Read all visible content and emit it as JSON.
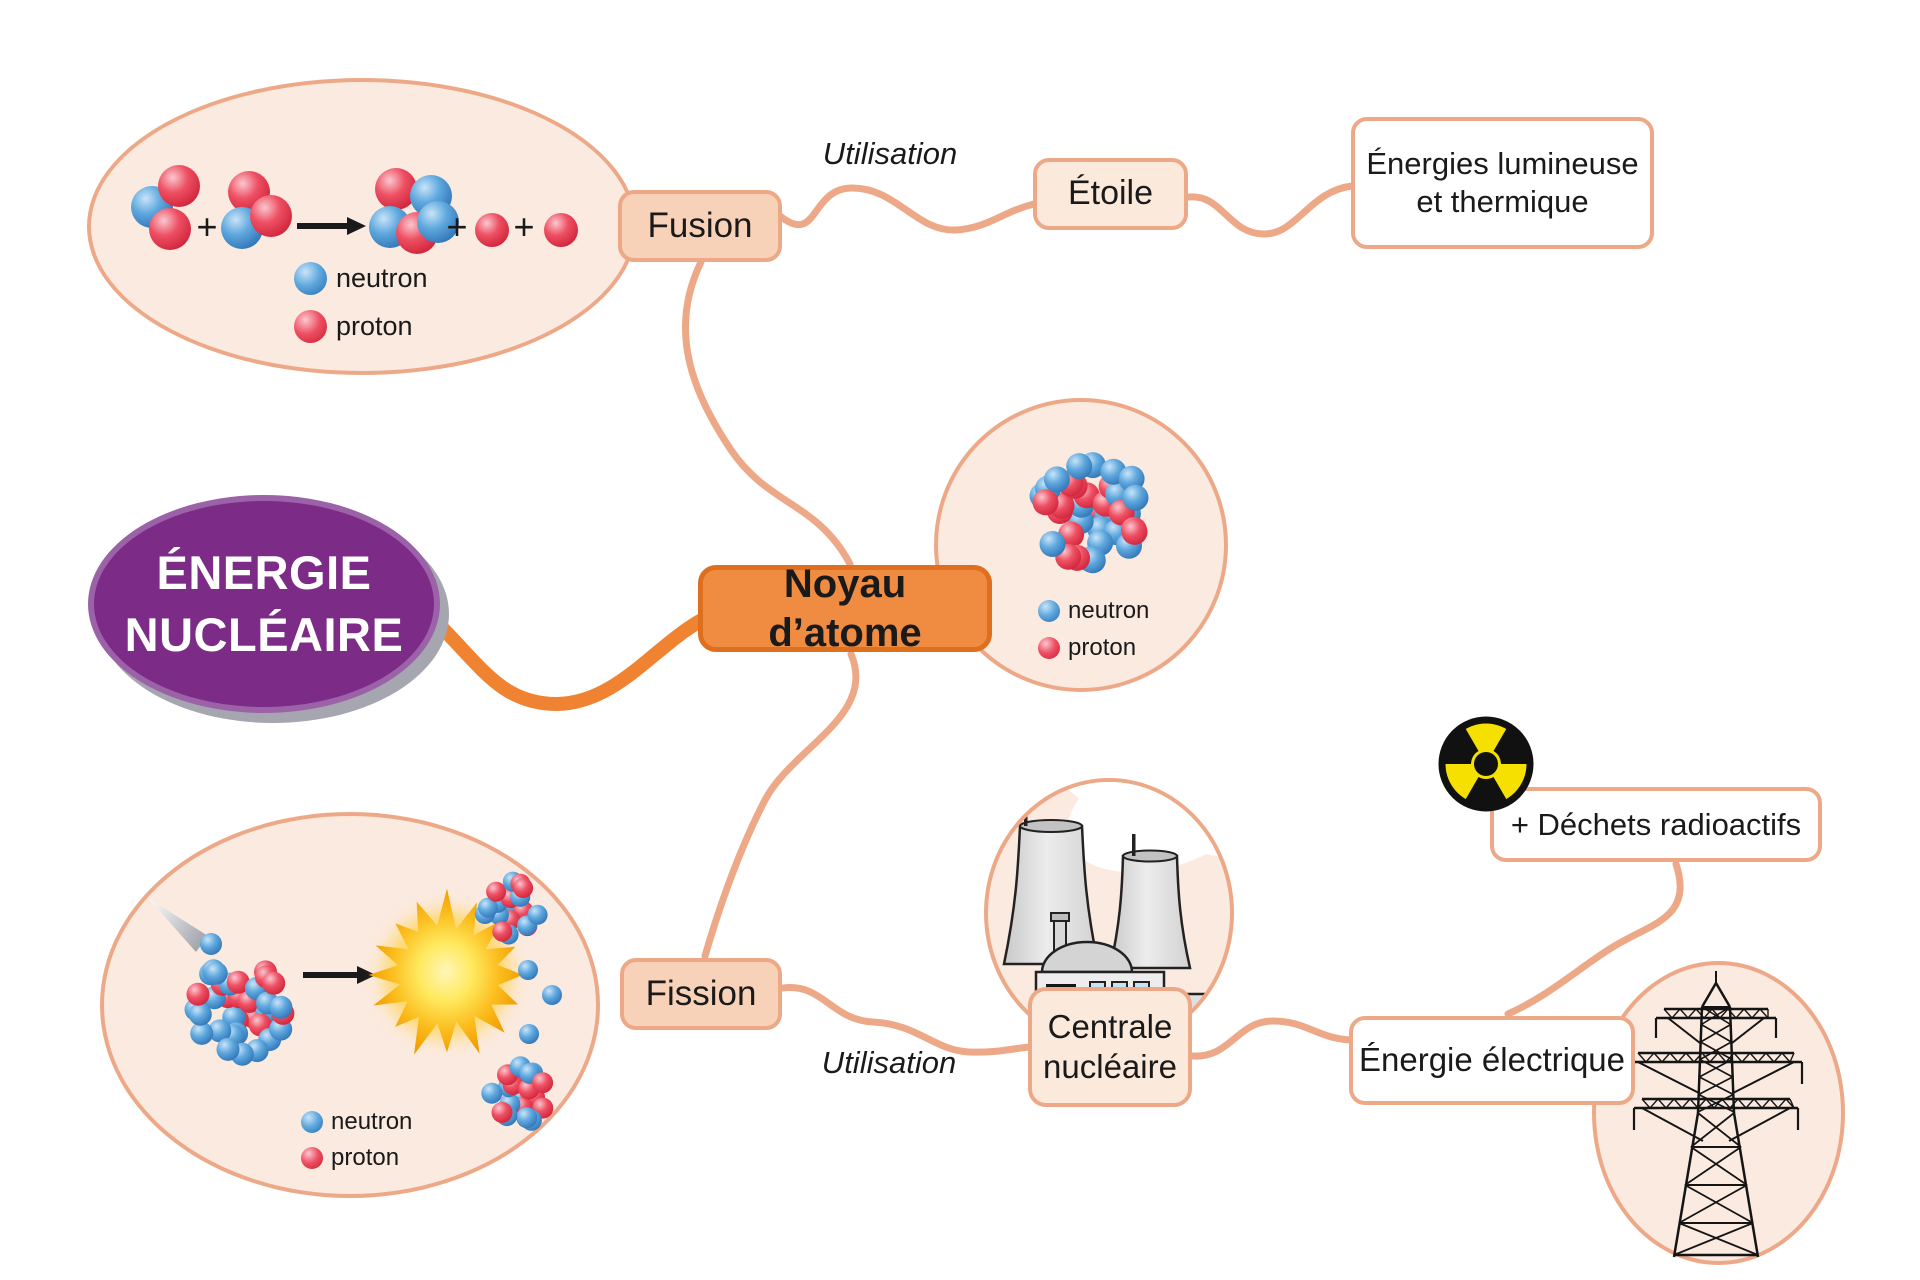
{
  "colors": {
    "salmon": "#EDA987",
    "peach": "#FBEAE0",
    "deep_box": "#F8D2B8",
    "pale_box": "#FBE9DC",
    "orange": "#EF8332",
    "noyau_fill": "#EF8C42",
    "noyau_border": "#DD6F1F",
    "purple": "#7C2C87",
    "purple_border": "#9B62A8",
    "neutron_blue": "#4D96D6",
    "proton_red": "#E93A52",
    "radioactive_yellow": "#F5E000",
    "ink": "#1A1A1A"
  },
  "root": {
    "line1": "ÉNERGIE",
    "line2": "NUCLÉAIRE"
  },
  "nodes": {
    "noyau": "Noyau d’atome",
    "fusion": "Fusion",
    "fission": "Fission",
    "etoile": "Étoile",
    "energies": {
      "line1": "Énergies lumineuse",
      "line2": "et thermique"
    },
    "centrale": {
      "line1": "Centrale",
      "line2": "nucléaire"
    },
    "electrique": "Énergie électrique",
    "dechets": "+ Déchets radioactifs"
  },
  "edge_labels": {
    "fusion_use": "Utilisation",
    "fission_use": "Utilisation"
  },
  "legends": {
    "neutron": "neutron",
    "proton": "proton"
  },
  "illustration": {
    "plus": "+"
  }
}
